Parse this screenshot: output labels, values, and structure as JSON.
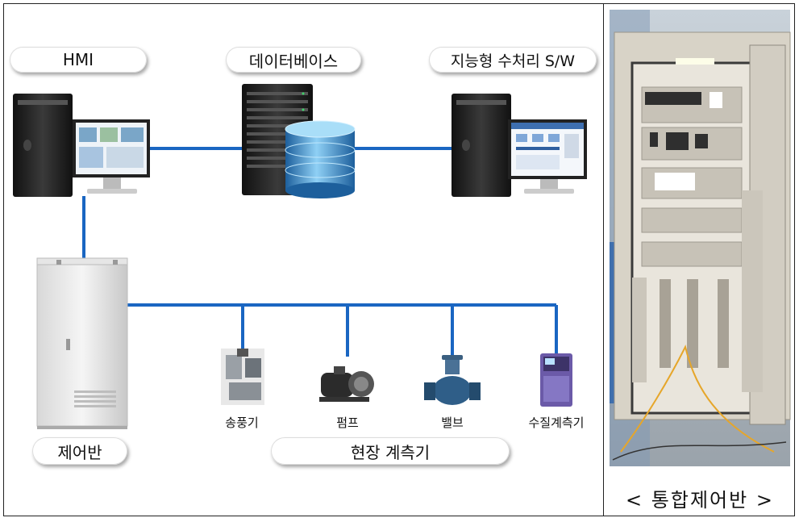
{
  "nodes": {
    "hmi": "HMI",
    "database": "데이터베이스",
    "smart_sw": "지능형 수처리 S/W",
    "control_panel": "제어반",
    "field_instruments": "현장 계측기"
  },
  "devices": {
    "blower": "송풍기",
    "pump": "펌프",
    "valve": "밸브",
    "water_quality_meter": "수질계측기"
  },
  "photo_caption": "< 통합제어반 >",
  "colors": {
    "link_line": "#1a66c2",
    "cabinet_body": "#cfcac0",
    "database_blue": "#3a8fd0"
  }
}
